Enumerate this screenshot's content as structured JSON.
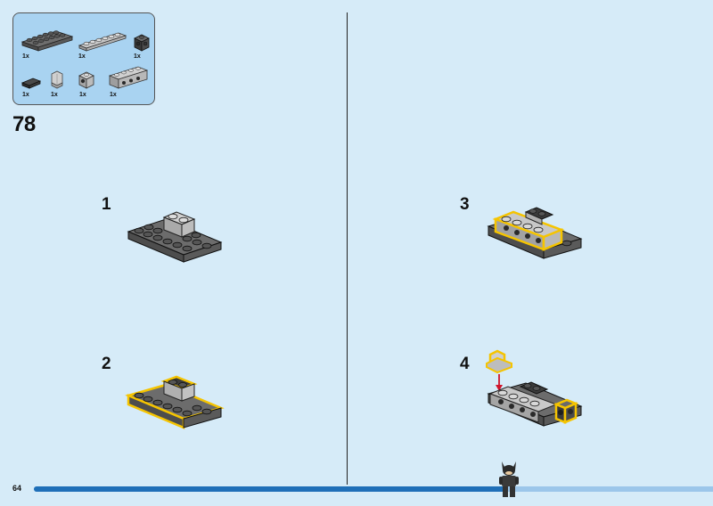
{
  "parts_list": {
    "items": [
      {
        "qty": "1x",
        "icon": "dark-gray-plate-2x6-icon"
      },
      {
        "qty": "1x",
        "icon": "light-gray-plate-1x6-icon"
      },
      {
        "qty": "1x",
        "icon": "dark-gray-brick-1x1-studs-on-sides-icon"
      },
      {
        "qty": "1x",
        "icon": "dark-gray-tile-1x2-icon"
      },
      {
        "qty": "1x",
        "icon": "light-gray-bracket-icon"
      },
      {
        "qty": "1x",
        "icon": "light-gray-brick-1x1-stud-on-side-icon"
      },
      {
        "qty": "1x",
        "icon": "light-gray-technic-brick-1x4-icon"
      }
    ]
  },
  "step": {
    "number": "78"
  },
  "substeps": [
    {
      "number": "1"
    },
    {
      "number": "2"
    },
    {
      "number": "3"
    },
    {
      "number": "4"
    }
  ],
  "page": {
    "number": "64"
  },
  "progress": {
    "fraction": 0.69
  },
  "colors": {
    "background": "#d6ebf8",
    "parts_box": "#a9d3f1",
    "highlight": "#f5c400",
    "placement_arrow": "#d0142c",
    "progress": "#1f6fb8",
    "progress_track": "#9cc6ea"
  }
}
